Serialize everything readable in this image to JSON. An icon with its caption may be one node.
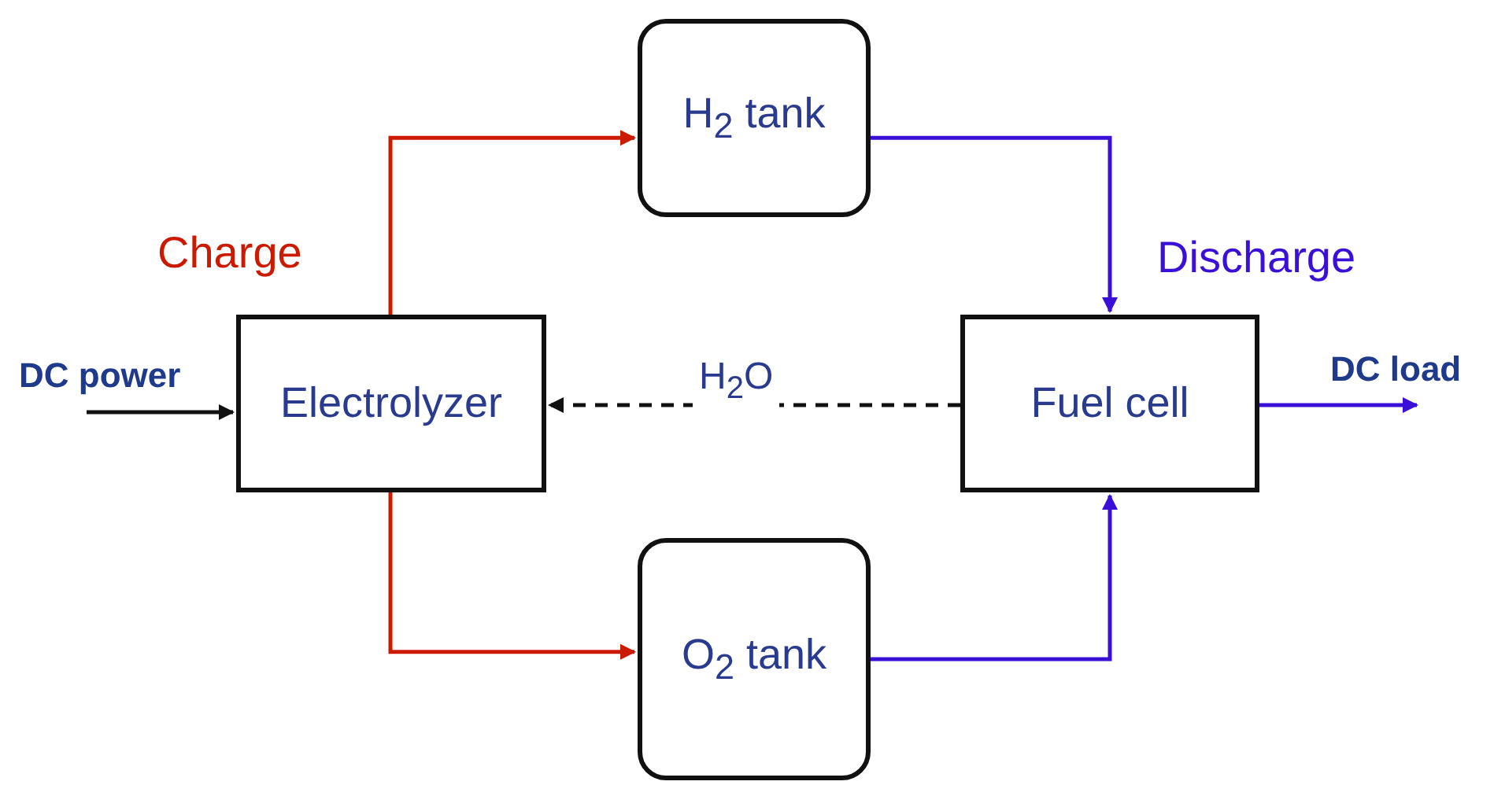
{
  "diagram": {
    "nodes": [
      {
        "text": [
          "Electrolyzer"
        ]
      },
      {
        "text": [
          "H$_{2}$ tank"
        ]
      },
      {
        "text": [
          "O$_{2}$ tank"
        ]
      },
      {
        "text": [
          "Fuel cell"
        ]
      },
      {
        "text": [
          "DC power"
        ]
      },
      {
        "text": [
          "DC load"
        ]
      }
    ],
    "edges": [
      {
        "from": 0,
        "to": 1,
        "arrow": "to",
        "color": "#cc1a00"
      },
      {
        "from": 0,
        "to": 2,
        "arrow": "to",
        "color": "#cc1a00"
      },
      {
        "from": 1,
        "to": 3,
        "arrow": "to",
        "color": "#3a10d8"
      },
      {
        "from": 2,
        "to": 3,
        "arrow": "to",
        "color": "#3a10d8"
      },
      {
        "from": 3,
        "to": 0,
        "arrow": "to",
        "style": "dashed",
        "label": "H$_{2}$O",
        "color": "#111111"
      },
      {
        "from": 4,
        "to": 0,
        "arrow": "to",
        "color": "#111111"
      },
      {
        "from": 3,
        "to": 5,
        "arrow": "to",
        "color": "#3a10d8"
      }
    ],
    "labels": [
      "Charge",
      "Discharge"
    ]
  }
}
